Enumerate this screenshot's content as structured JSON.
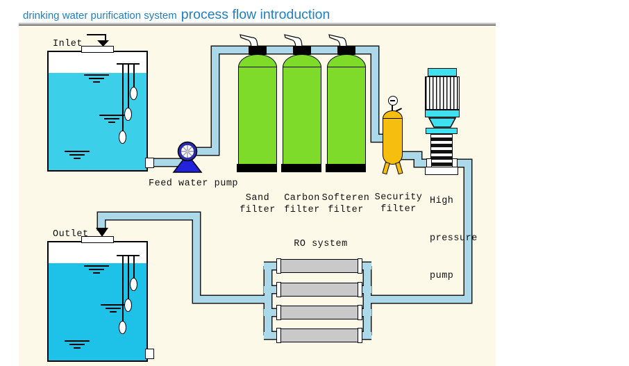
{
  "title": {
    "prefix": "drinking water purification system",
    "emphasis": "process flow introduction"
  },
  "diagram": {
    "inlet_tank": {
      "label": "Inlet"
    },
    "outlet_tank": {
      "label": "Outlet"
    },
    "feed_pump": {
      "label": "Feed water pump"
    },
    "filters": [
      {
        "line1": "Sand",
        "line2": "filter"
      },
      {
        "line1": "Carbon",
        "line2": "filter"
      },
      {
        "line1": "Softeren",
        "line2": "filter"
      },
      {
        "line1": "Security",
        "line2": "filter"
      }
    ],
    "high_pressure_pump": {
      "line1": "High",
      "line2": "pressure",
      "line3": "pump"
    },
    "ro_system": {
      "label": "RO system",
      "tube_count": 4
    }
  },
  "colors": {
    "title_blue": "#1E7FC3",
    "background_beige": "#FDF9E9",
    "pipe_fill": "#ACD9EA",
    "inlet_water": "#3CCFE9",
    "outlet_water": "#1EC1E8",
    "filter_green": "#7EDB29",
    "security_gold": "#F6BE0E",
    "pump_cyan": "#3FE0EF",
    "feed_pump_blue": "#2222DD",
    "feed_pump_ring": "#2B2BB0",
    "ro_tube_gray": "#C9C9C9"
  }
}
